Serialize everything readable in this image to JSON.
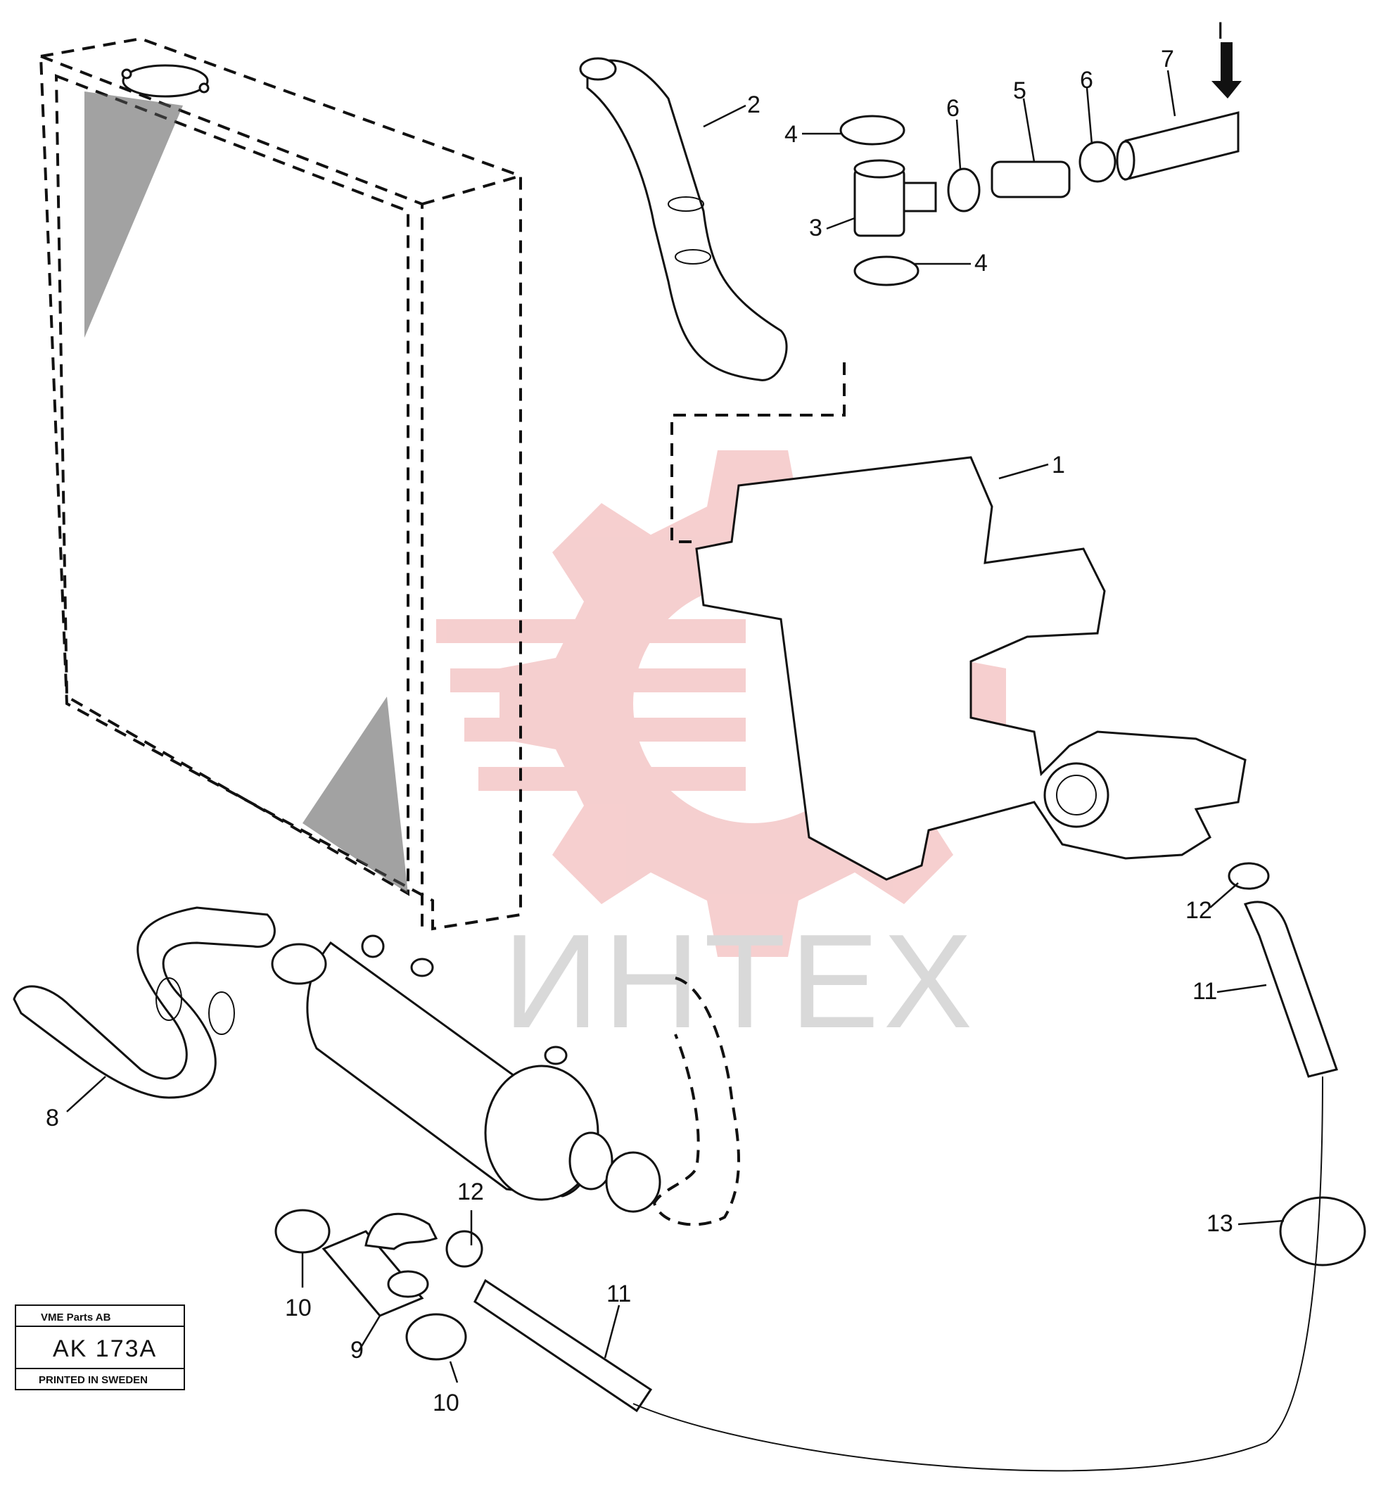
{
  "callouts": [
    {
      "id": "1",
      "label": "1"
    },
    {
      "id": "2",
      "label": "2"
    },
    {
      "id": "3",
      "label": "3"
    },
    {
      "id": "4a",
      "label": "4"
    },
    {
      "id": "4b",
      "label": "4"
    },
    {
      "id": "5",
      "label": "5"
    },
    {
      "id": "6a",
      "label": "6"
    },
    {
      "id": "6b",
      "label": "6"
    },
    {
      "id": "7",
      "label": "7"
    },
    {
      "id": "8",
      "label": "8"
    },
    {
      "id": "9",
      "label": "9"
    },
    {
      "id": "10a",
      "label": "10"
    },
    {
      "id": "10b",
      "label": "10"
    },
    {
      "id": "11a",
      "label": "11"
    },
    {
      "id": "11b",
      "label": "11"
    },
    {
      "id": "12a",
      "label": "12"
    },
    {
      "id": "12b",
      "label": "12"
    },
    {
      "id": "13",
      "label": "13"
    }
  ],
  "flow_marker": "I",
  "watermark": {
    "text": "ИНТЕХ",
    "color": "#f4c7c7"
  },
  "title_block": {
    "company": "VME Parts AB",
    "code": "AK 173A",
    "printed": "PRINTED IN SWEDEN"
  }
}
